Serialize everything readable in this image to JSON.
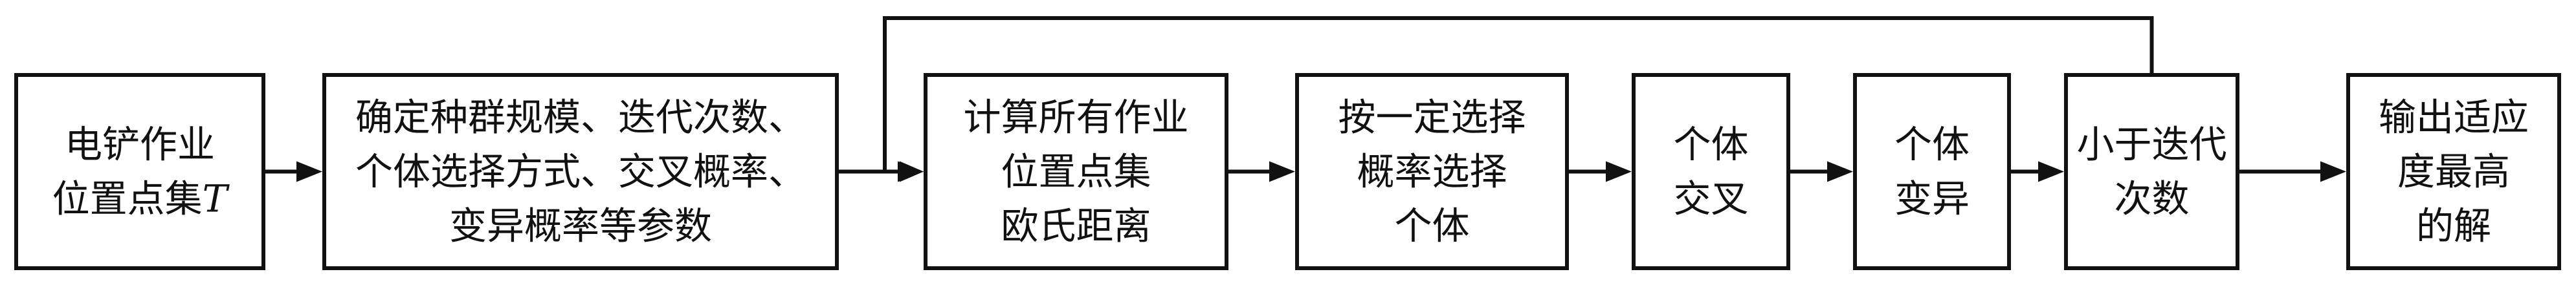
{
  "diagram": {
    "title": "Genetic algorithm flowchart",
    "nodes": [
      {
        "id": "input",
        "lines": [
          [
            {
              "text": "电铲作业"
            }
          ],
          [
            {
              "text": "位置点集"
            },
            {
              "text": "T",
              "italic": true
            }
          ]
        ]
      },
      {
        "id": "params",
        "lines": [
          [
            {
              "text": "确定种群规模、迭代次数、"
            }
          ],
          [
            {
              "text": "个体选择方式、交叉概率、"
            }
          ],
          [
            {
              "text": "变异概率等参数"
            }
          ]
        ]
      },
      {
        "id": "distance",
        "lines": [
          [
            {
              "text": "计算所有作业"
            }
          ],
          [
            {
              "text": "位置点集"
            }
          ],
          [
            {
              "text": "欧氏距离"
            }
          ]
        ]
      },
      {
        "id": "select",
        "lines": [
          [
            {
              "text": "按一定选择"
            }
          ],
          [
            {
              "text": "概率选择"
            }
          ],
          [
            {
              "text": "个体"
            }
          ]
        ]
      },
      {
        "id": "crossover",
        "lines": [
          [
            {
              "text": "个体"
            }
          ],
          [
            {
              "text": "交叉"
            }
          ]
        ]
      },
      {
        "id": "mutation",
        "lines": [
          [
            {
              "text": "个体"
            }
          ],
          [
            {
              "text": "变异"
            }
          ]
        ]
      },
      {
        "id": "iter-check",
        "lines": [
          [
            {
              "text": "小于迭代"
            }
          ],
          [
            {
              "text": "次数"
            }
          ]
        ]
      },
      {
        "id": "output",
        "lines": [
          [
            {
              "text": "输出适应"
            }
          ],
          [
            {
              "text": "度最高"
            }
          ],
          [
            {
              "text": "的解"
            }
          ]
        ]
      }
    ],
    "edges": [
      {
        "from": "input",
        "to": "params"
      },
      {
        "from": "params",
        "to": "distance"
      },
      {
        "from": "distance",
        "to": "select"
      },
      {
        "from": "select",
        "to": "crossover"
      },
      {
        "from": "crossover",
        "to": "mutation"
      },
      {
        "from": "mutation",
        "to": "iter-check"
      },
      {
        "from": "iter-check",
        "to": "output"
      },
      {
        "from": "iter-check",
        "to": "distance",
        "kind": "loop"
      }
    ]
  }
}
